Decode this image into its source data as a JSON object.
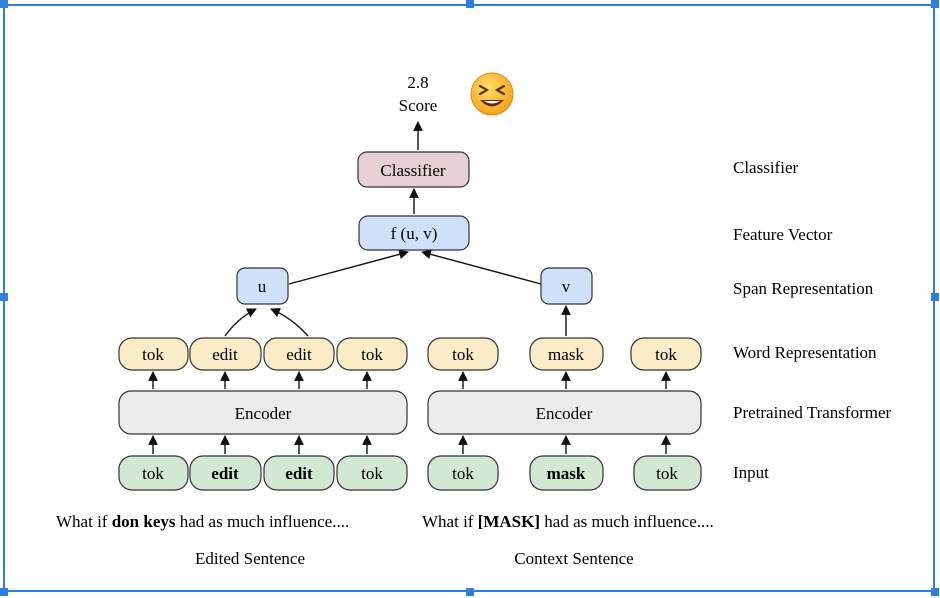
{
  "score": {
    "value": "2.8",
    "label": "Score"
  },
  "emoji_icon": "laughing-face-icon",
  "nodes": {
    "classifier": "Classifier",
    "feature": "f (u, v)",
    "span_u": "u",
    "span_v": "v",
    "word_left": [
      "tok",
      "edit",
      "edit",
      "tok"
    ],
    "word_right": [
      "tok",
      "mask",
      "tok"
    ],
    "encoder_left": "Encoder",
    "encoder_right": "Encoder",
    "input_left": [
      "tok",
      "edit",
      "edit",
      "tok"
    ],
    "input_right": [
      "tok",
      "mask",
      "tok"
    ]
  },
  "row_labels": {
    "classifier": "Classifier",
    "feature": "Feature Vector",
    "span": "Span Representation",
    "word": "Word Representation",
    "transformer": "Pretrained Transformer",
    "input": "Input"
  },
  "sentences": {
    "edited": {
      "pre": "What if ",
      "bold": "don keys",
      "post": " had as much influence....",
      "caption": "Edited Sentence"
    },
    "context": {
      "pre": "What if ",
      "bold": "[MASK]",
      "post": " had as much influence....",
      "caption": "Context Sentence"
    }
  },
  "colors": {
    "classifier_fill": "#e8cfd6",
    "blue_fill": "#cfe0fb",
    "yellow_fill": "#fbecc8",
    "green_fill": "#d3e8d3",
    "encoder_fill": "#ececec",
    "frame": "#2f7fe0"
  }
}
